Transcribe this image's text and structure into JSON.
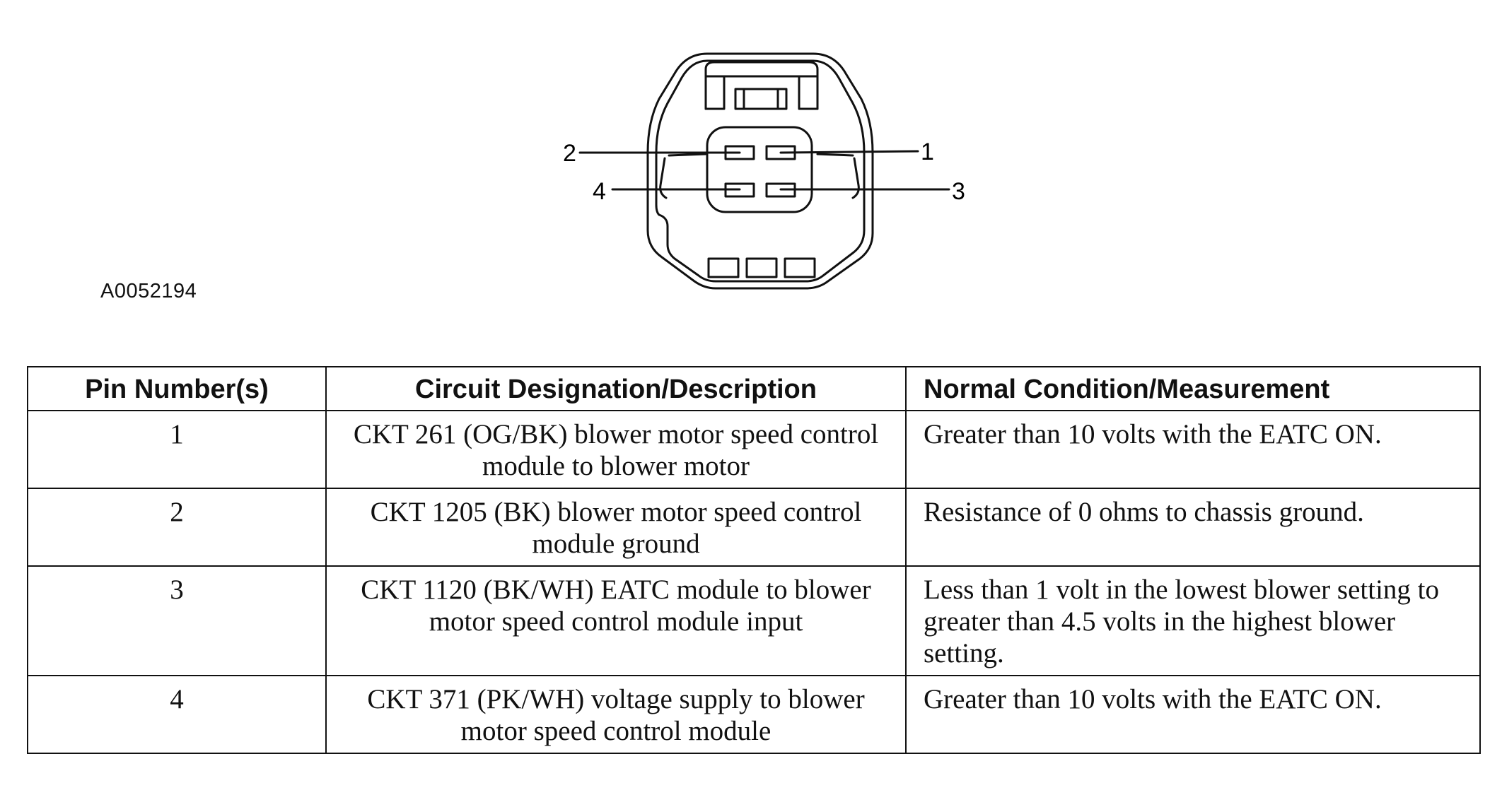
{
  "figure_id": "A0052194",
  "connector": {
    "pin_labels": [
      "1",
      "2",
      "3",
      "4"
    ]
  },
  "table": {
    "headers": [
      "Pin Number(s)",
      "Circuit Designation/Description",
      "Normal Condition/Measurement"
    ],
    "rows": [
      {
        "pin": "1",
        "description": "CKT 261 (OG/BK) blower motor speed control module to blower motor",
        "measurement": "Greater than 10 volts with the EATC ON."
      },
      {
        "pin": "2",
        "description": "CKT 1205 (BK) blower motor speed control module ground",
        "measurement": "Resistance of 0 ohms to chassis ground."
      },
      {
        "pin": "3",
        "description": "CKT 1120 (BK/WH) EATC module to blower motor speed control module input",
        "measurement": "Less than 1 volt in the lowest blower setting to greater than 4.5 volts in the highest blower setting."
      },
      {
        "pin": "4",
        "description": "CKT 371 (PK/WH) voltage supply to blower motor speed control module",
        "measurement": "Greater than 10 volts with the EATC ON."
      }
    ]
  }
}
